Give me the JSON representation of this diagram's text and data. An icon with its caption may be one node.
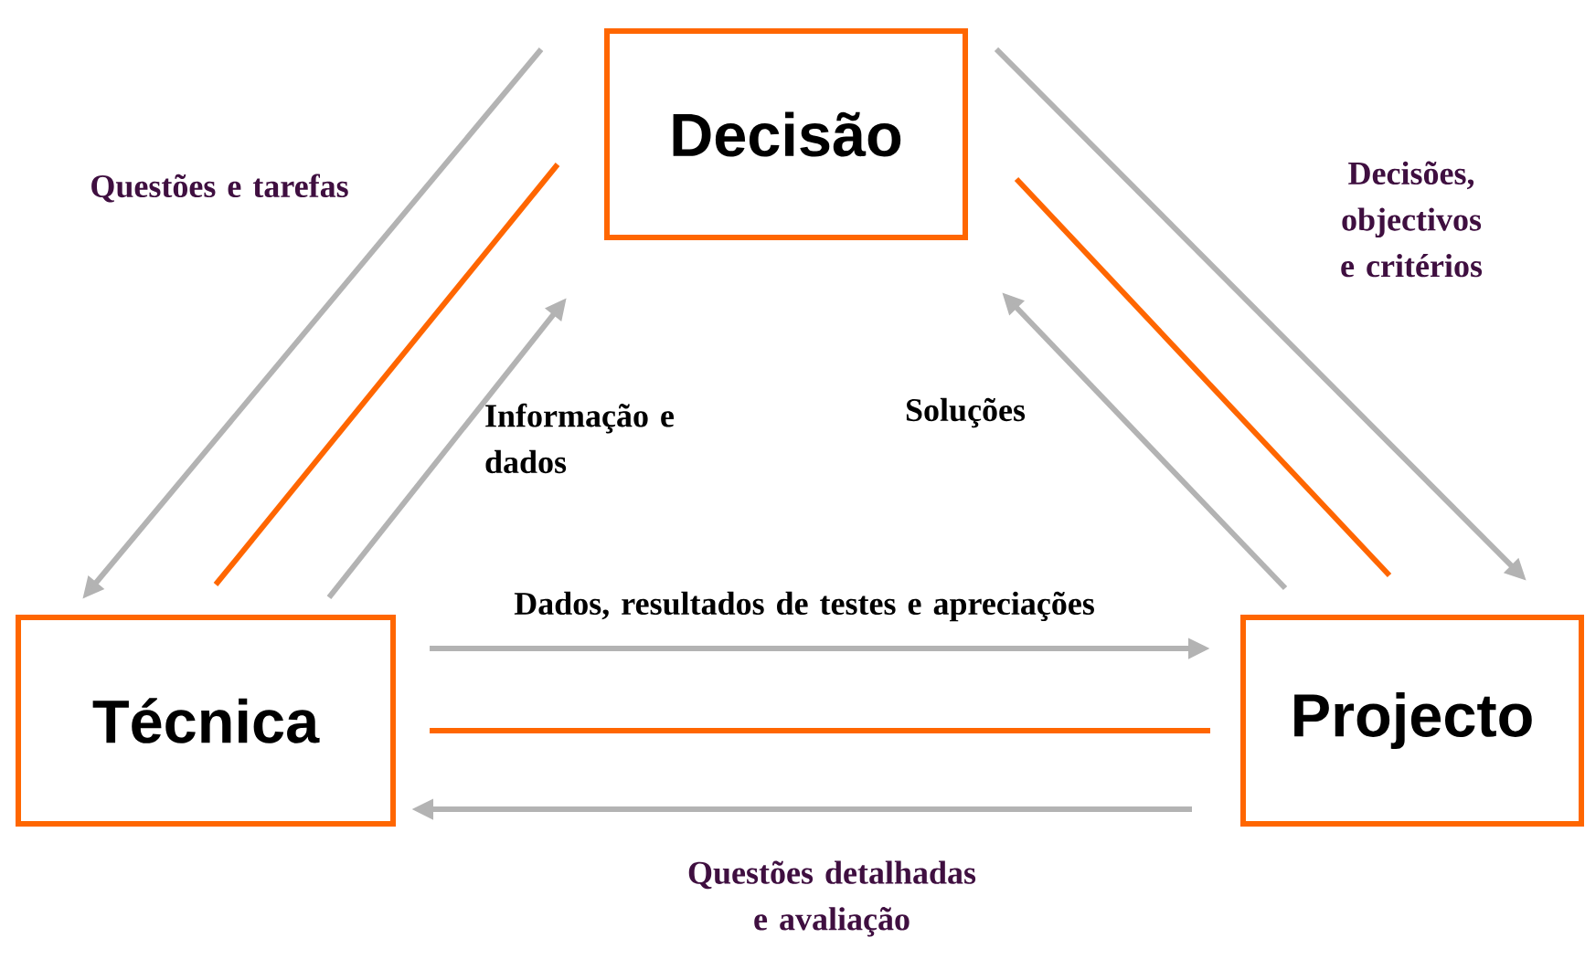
{
  "diagram": {
    "nodes": [
      {
        "text": [
          "Decisão"
        ]
      },
      {
        "text": [
          "Técnica"
        ]
      },
      {
        "text": [
          "Projecto"
        ]
      }
    ],
    "edges": [
      {
        "from": 0,
        "to": 1,
        "arrow": "to",
        "label": "Questões e tarefas"
      },
      {
        "from": 1,
        "to": 0,
        "arrow": "none",
        "color": "#ff6600"
      },
      {
        "from": 1,
        "to": 0,
        "arrow": "to",
        "label": "Informação e dados"
      },
      {
        "from": 0,
        "to": 2,
        "arrow": "to",
        "label": "Decisões, objectivos e critérios"
      },
      {
        "from": 0,
        "to": 2,
        "arrow": "none",
        "color": "#ff6600"
      },
      {
        "from": 2,
        "to": 0,
        "arrow": "to",
        "label": "Soluções"
      },
      {
        "from": 1,
        "to": 2,
        "arrow": "to",
        "label": "Dados, resultados de testes e apreciações"
      },
      {
        "from": 1,
        "to": 2,
        "arrow": "none",
        "color": "#ff6600"
      },
      {
        "from": 2,
        "to": 1,
        "arrow": "to",
        "label": "Questões detalhadas e avaliação"
      }
    ]
  }
}
